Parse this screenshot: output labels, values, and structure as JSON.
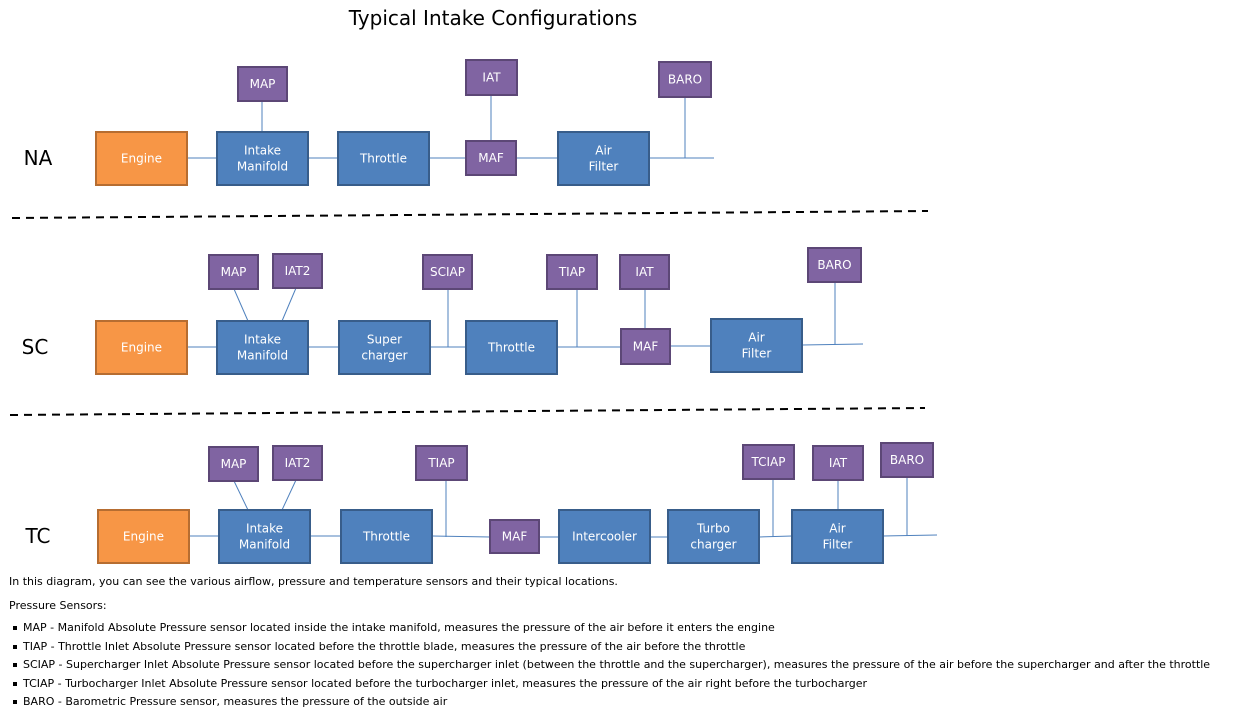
{
  "title": "Typical Intake Configurations",
  "colors": {
    "engine": "#f79646",
    "engine_border": "#b66d31",
    "component": "#4f81bd",
    "component_border": "#385d8a",
    "sensor": "#8064a2",
    "sensor_border": "#5c4776",
    "wire": "#4f81bd"
  },
  "rows": [
    {
      "label": "NA",
      "components": [
        "Engine",
        "Intake Manifold",
        "Throttle",
        "MAF",
        "Air Filter"
      ],
      "sensors": [
        "MAP",
        "IAT",
        "BARO"
      ]
    },
    {
      "label": "SC",
      "components": [
        "Engine",
        "Intake Manifold",
        "Super charger",
        "Throttle",
        "MAF",
        "Air Filter"
      ],
      "sensors": [
        "MAP",
        "IAT2",
        "SCIAP",
        "TIAP",
        "IAT",
        "BARO"
      ]
    },
    {
      "label": "TC",
      "components": [
        "Engine",
        "Intake Manifold",
        "Throttle",
        "MAF",
        "Intercooler",
        "Turbo charger",
        "Air Filter"
      ],
      "sensors": [
        "MAP",
        "IAT2",
        "TIAP",
        "TCIAP",
        "IAT",
        "BARO"
      ]
    }
  ],
  "notes": {
    "intro": "In this diagram, you can see the various airflow, pressure and temperature sensors and their typical locations.",
    "heading": "Pressure Sensors:",
    "items": [
      "MAP - Manifold Absolute Pressure sensor located inside the intake manifold, measures the pressure of the air before it enters the engine",
      "TIAP - Throttle Inlet Absolute Pressure sensor located before the throttle blade, measures the pressure of the air before the throttle",
      "SCIAP - Supercharger Inlet Absolute Pressure sensor located before the supercharger inlet (between the throttle and the supercharger), measures the pressure of the air before the supercharger and after the throttle",
      "TCIAP - Turbocharger Inlet Absolute Pressure sensor located before the turbocharger inlet, measures the pressure of the air right before the turbocharger",
      "BARO - Barometric Pressure sensor, measures the pressure of the outside air"
    ]
  }
}
